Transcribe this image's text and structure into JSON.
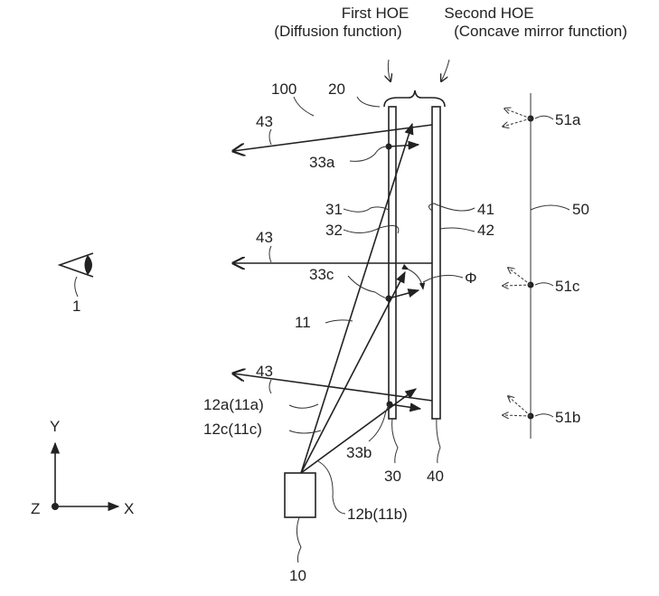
{
  "header": {
    "first_hoe_title": "First HOE",
    "first_hoe_sub": "(Diffusion function)",
    "second_hoe_title": "Second HOE",
    "second_hoe_sub": "(Concave mirror function)"
  },
  "labels": {
    "system": "100",
    "combiner": "20",
    "ray_43": "43",
    "point_33a": "33a",
    "point_33b": "33b",
    "point_33c": "33c",
    "surface_31": "31",
    "surface_32": "32",
    "surface_41": "41",
    "surface_42": "42",
    "virtual_plane": "50",
    "angle": "Φ",
    "beam": "11",
    "ray_12a": "12a(11a)",
    "ray_12c": "12c(11c)",
    "ray_12b": "12b(11b)",
    "first_hoe": "30",
    "second_hoe": "40",
    "projector": "10",
    "image_51a": "51a",
    "image_51b": "51b",
    "image_51c": "51c",
    "eye": "1"
  },
  "axes": {
    "x": "X",
    "y": "Y",
    "z": "Z"
  }
}
